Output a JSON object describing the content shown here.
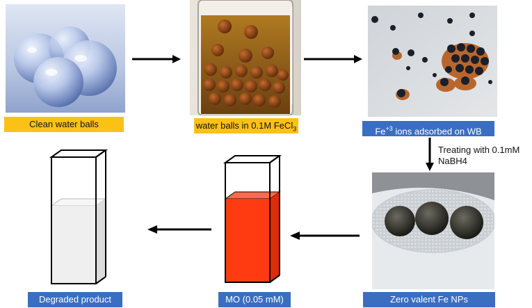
{
  "steps": [
    {
      "label": "Clean water balls"
    },
    {
      "label": "water balls in  0.1M FeCl",
      "label_sub": "3"
    },
    {
      "label": "Fe",
      "label_sup": "+3",
      "label_tail": " ions adsorbed on WB"
    },
    {
      "label": "Zero valent Fe NPs"
    },
    {
      "label": "MO (0.05 mM)"
    },
    {
      "label": "Degraded product"
    }
  ],
  "treatment": {
    "line1": "Treating with 0.1mM",
    "line2": "NaBH4"
  },
  "colors": {
    "yellow_label": "#fcc117",
    "blue_label": "#3a6ec1",
    "mo_solution": "#ff3b12",
    "degraded_solution": "#f0f0f0",
    "fecl3_solution": "#8a5a14"
  }
}
